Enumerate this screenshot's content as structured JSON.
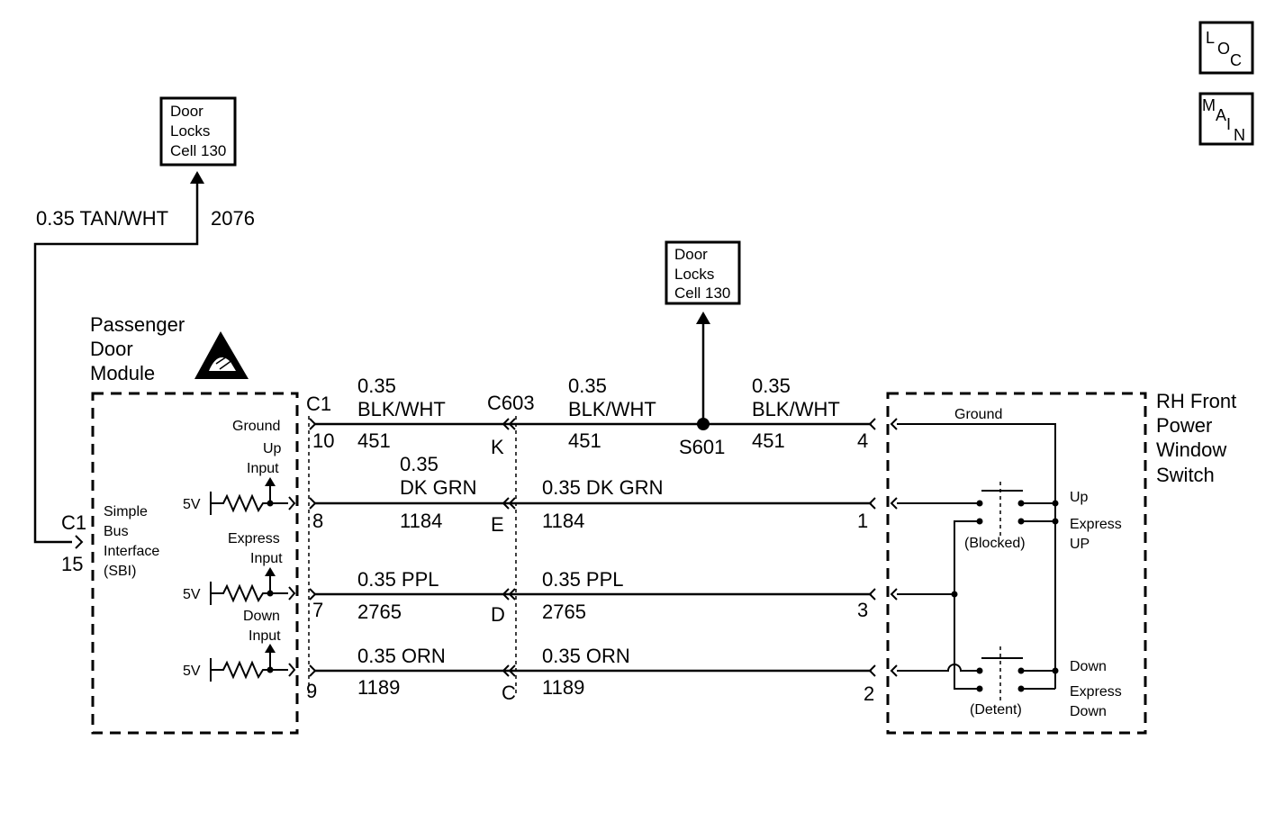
{
  "nav": {
    "loc": [
      "L",
      "O",
      "C"
    ],
    "main": [
      "M",
      "A",
      "I",
      "N"
    ]
  },
  "ref_top": {
    "lines": [
      "Door",
      "Locks",
      "Cell 130"
    ]
  },
  "ref_mid": {
    "lines": [
      "Door",
      "Locks",
      "Cell 130"
    ]
  },
  "tan_wire": {
    "label": "0.35 TAN/WHT",
    "circuit": "2076"
  },
  "module": {
    "title": [
      "Passenger",
      "Door",
      "Module"
    ],
    "c1_left": "C1",
    "pin_15": "15",
    "sbi": [
      "Simple",
      "Bus",
      "Interface",
      "(SBI)"
    ],
    "ground": "Ground",
    "up_input": [
      "Up",
      "Input"
    ],
    "express_input": [
      "Express",
      "Input"
    ],
    "down_input": [
      "Down",
      "Input"
    ],
    "v5": "5V",
    "c1_right": "C1",
    "pins": [
      "10",
      "8",
      "7",
      "9"
    ]
  },
  "connector_c603": {
    "name": "C603",
    "pins": [
      "K",
      "E",
      "D",
      "C"
    ]
  },
  "splice": "S601",
  "wires_left": {
    "w1": {
      "size": "0.35",
      "color": "BLK/WHT",
      "circuit": "451"
    },
    "w2": {
      "size": "0.35",
      "color": "DK GRN",
      "circuit": "1184"
    },
    "w3": {
      "label": "0.35 PPL",
      "circuit": "2765"
    },
    "w4": {
      "label": "0.35 ORN",
      "circuit": "1189"
    }
  },
  "wires_mid": {
    "w1": {
      "size": "0.35",
      "color": "BLK/WHT",
      "circuit": "451"
    },
    "w2": {
      "label": "0.35 DK GRN",
      "circuit": "1184"
    },
    "w3": {
      "label": "0.35 PPL",
      "circuit": "2765"
    },
    "w4": {
      "label": "0.35 ORN",
      "circuit": "1189"
    }
  },
  "wires_right": {
    "w1": {
      "size": "0.35",
      "color": "BLK/WHT",
      "circuit": "451"
    }
  },
  "switch": {
    "title": [
      "RH Front",
      "Power",
      "Window",
      "Switch"
    ],
    "pins": [
      "4",
      "1",
      "3",
      "2"
    ],
    "ground": "Ground",
    "up": "Up",
    "express_up": [
      "Express",
      "UP"
    ],
    "blocked": "(Blocked)",
    "down": "Down",
    "express_down": [
      "Express",
      "Down"
    ],
    "detent": "(Detent)"
  }
}
